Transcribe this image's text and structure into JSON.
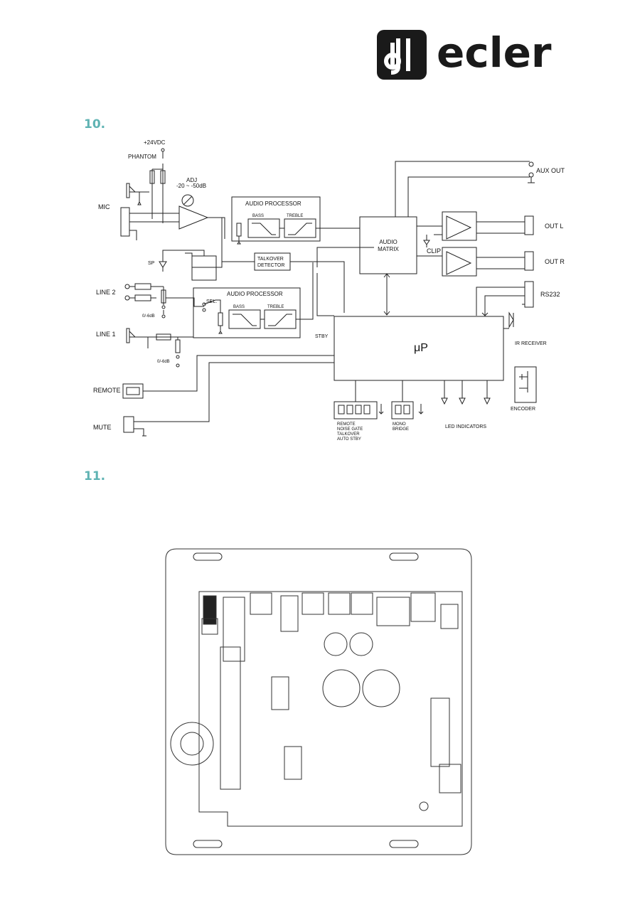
{
  "brand": {
    "name": "ecler",
    "color": "#1a1a1a"
  },
  "section_10": {
    "number": "10."
  },
  "section_11": {
    "number": "11."
  },
  "accent_color": "#5fb3b3",
  "block_diagram": {
    "supply_label": "+24VDC",
    "phantom_label": "PHANTOM",
    "adj_label": "ADJ",
    "adj_range": "-20 ~ -50dB",
    "mic_label": "MIC",
    "audio_processor_label": "AUDIO PROCESSOR",
    "bass_label": "BASS",
    "treble_label": "TREBLE",
    "audio_matrix_line1": "AUDIO",
    "audio_matrix_line2": "MATRIX",
    "aux_out_label": "AUX OUT",
    "out_l_label": "OUT L",
    "out_r_label": "OUT R",
    "clip_label": "CLIP",
    "sp_label": "SP",
    "talkover_line1": "TALKOVER",
    "talkover_line2": "DETECTOR",
    "line2_label": "LINE 2",
    "line1_label": "LINE 1",
    "sel_label": "SEL.",
    "gain_label_a": "0/-6dB",
    "gain_label_b": "0/-6dB",
    "stby_label": "STBY",
    "rs232_label": "RS232",
    "up_label": "μP",
    "ir_receiver_label": "IR RECEIVER",
    "remote_label": "REMOTE",
    "mute_label": "MUTE",
    "dip1_labels": [
      "REMOTE",
      "NOISE GATE",
      "TALKOVER",
      "AUTO STBY"
    ],
    "dip2_labels": [
      "MONO",
      "BRIDGE"
    ],
    "led_indicators_label": "LED INDICATORS",
    "encoder_label": "ENCODER"
  }
}
